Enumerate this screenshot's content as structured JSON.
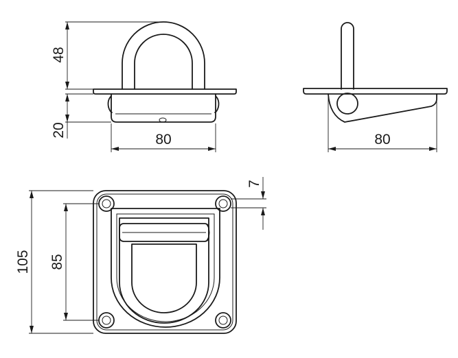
{
  "dimensions": {
    "ring_height": "48",
    "body_depth": "20",
    "width_front": "80",
    "width_side": "80",
    "overall_height": "105",
    "hole_spacing": "85",
    "hole_offset": "7"
  }
}
